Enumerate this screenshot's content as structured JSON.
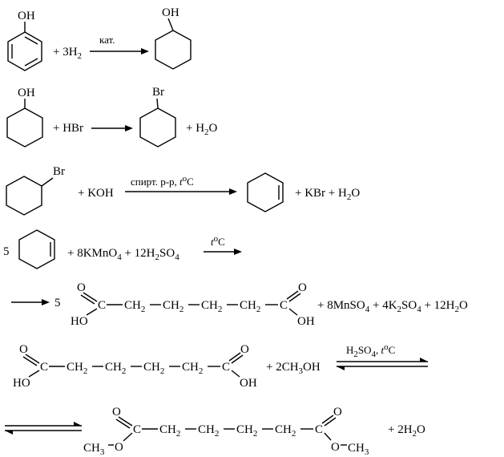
{
  "reactions": [
    {
      "id": 1,
      "reactant_label": "OH",
      "plus_reagent": "+ 3H",
      "plus_reagent_sub": "2",
      "condition": "кат.",
      "product_label": "OH"
    },
    {
      "id": 2,
      "reactant_label": "OH",
      "plus_reagent": "+ HBr",
      "product_label": "Br",
      "byproduct_main": "+ H",
      "byproduct_sub": "2",
      "byproduct_end": "O"
    },
    {
      "id": 3,
      "reactant_label": "Br",
      "plus_reagent": "+ KOH",
      "condition_main": "спирт. р-р, ",
      "condition_t": "t",
      "condition_sup": "o",
      "condition_end": "C",
      "products": "+ KBr + H",
      "products_sub": "2",
      "products_end": "O"
    },
    {
      "id": 4,
      "coefficient": "5",
      "reagents_a": "+ 8KMnO",
      "reagents_a_sub": "4",
      "reagents_b": " + 12H",
      "reagents_b_sub1": "2",
      "reagents_b_mid": "SO",
      "reagents_b_sub2": "4",
      "condition_t": "t",
      "condition_sup": "o",
      "condition_end": "C"
    },
    {
      "id": 5,
      "coefficient": "5",
      "chain": [
        "C",
        "CH",
        "2",
        "CH",
        "2",
        "CH",
        "2",
        "CH",
        "2",
        "C"
      ],
      "O": "O",
      "HO": "HO",
      "OH": "OH",
      "tail_a": "+ 8MnSO",
      "tail_a_sub": "4",
      "tail_b": " + 4K",
      "tail_b_sub1": "2",
      "tail_b_mid": "SO",
      "tail_b_sub2": "4",
      "tail_c": " + 12H",
      "tail_c_sub": "2",
      "tail_c_end": "O"
    },
    {
      "id": 6,
      "O": "O",
      "HO": "HO",
      "OH": "OH",
      "reagent": "+ 2CH",
      "reagent_sub": "3",
      "reagent_end": "OH",
      "condition_a": "H",
      "condition_sub1": "2",
      "condition_b": "SO",
      "condition_sub2": "4",
      "condition_c": ", ",
      "condition_t": "t",
      "condition_sup": "o",
      "condition_end": "C"
    },
    {
      "id": 7,
      "O": "O",
      "left_alkoxy_a": "CH",
      "left_alkoxy_sub": "3",
      "left_alkoxy_b": "O",
      "right_alkoxy": "O",
      "right_alkyl": "CH",
      "right_alkyl_sub": "3",
      "tail": "+ 2H",
      "tail_sub": "2",
      "tail_end": "O"
    }
  ],
  "ch2": {
    "ch": "CH",
    "sub": "2"
  }
}
